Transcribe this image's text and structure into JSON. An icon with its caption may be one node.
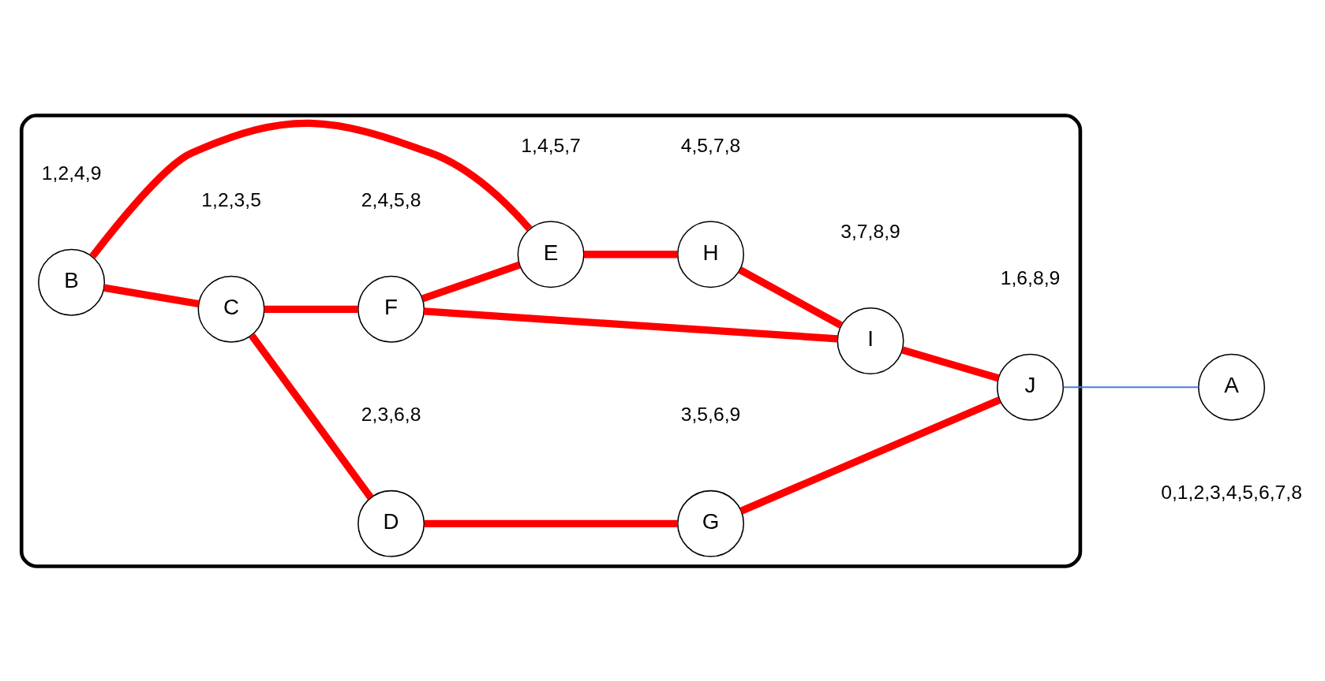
{
  "diagram": {
    "nodes": [
      {
        "text": [],
        "shape": "cloud"
      },
      {
        "text": [
          "C"
        ],
        "in": 0,
        "beside": [
          "1,2,3,5"
        ]
      },
      {
        "text": [
          "D"
        ],
        "in": 0,
        "beside": [
          "2,3,6,8"
        ]
      },
      {
        "text": [
          "G"
        ],
        "in": 0,
        "beside": [
          "3,5,6,9"
        ]
      },
      {
        "text": [
          "B"
        ],
        "in": 0,
        "beside": [
          "1,2,4,9"
        ]
      },
      {
        "text": [
          "F"
        ],
        "in": 0,
        "beside": [
          "2,4,5,8"
        ]
      },
      {
        "text": [
          "A"
        ],
        "beside": [
          "0,1,2,3,4,5,6,7,8"
        ]
      },
      {
        "text": [
          "I"
        ],
        "in": 0,
        "beside": [
          "3,7,8,9"
        ]
      },
      {
        "text": [
          "J"
        ],
        "in": 0,
        "beside": [
          "1,6,8,9"
        ]
      },
      {
        "text": [
          "E"
        ],
        "in": 0,
        "beside": [
          "1,4,5,7"
        ]
      },
      {
        "text": [
          "H"
        ],
        "in": 0,
        "beside": [
          "4,5,7,8"
        ]
      }
    ],
    "edges": [
      {
        "from": 4,
        "to": 1,
        "arrow": "none"
      },
      {
        "from": 1,
        "to": 2,
        "arrow": "none"
      },
      {
        "from": 2,
        "to": 3,
        "arrow": "none"
      },
      {
        "from": 1,
        "to": 5,
        "arrow": "none"
      },
      {
        "from": 4,
        "to": 9,
        "arrow": "none"
      },
      {
        "from": 5,
        "to": 9,
        "arrow": "none"
      },
      {
        "from": 5,
        "to": 7,
        "arrow": "none"
      },
      {
        "from": 7,
        "to": 8,
        "arrow": "none"
      },
      {
        "from": 3,
        "to": 8,
        "arrow": "none"
      },
      {
        "from": 9,
        "to": 10,
        "arrow": "none"
      },
      {
        "from": 10,
        "to": 7,
        "arrow": "none"
      },
      {
        "from": 8,
        "to": 6,
        "arrow": "none",
        "color": "#4a7fd4"
      }
    ]
  }
}
